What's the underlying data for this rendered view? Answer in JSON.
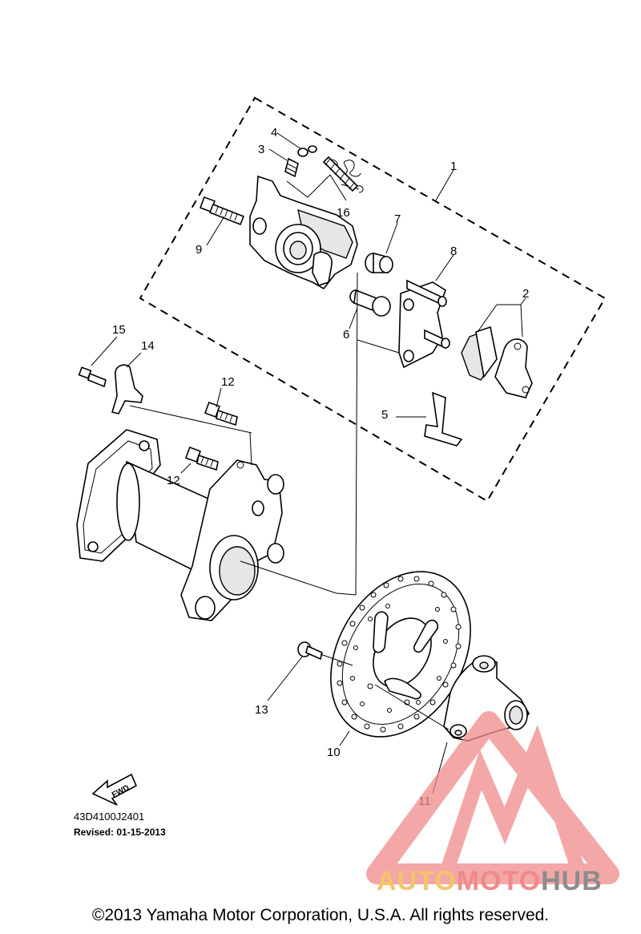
{
  "callouts": [
    "1",
    "2",
    "3",
    "4",
    "5",
    "6",
    "7",
    "8",
    "9",
    "10",
    "11",
    "12",
    "12",
    "13",
    "14",
    "15",
    "16"
  ],
  "direction_label": "FWD",
  "diagram_code": "43D4100J2401",
  "revised": "Revised: 01-15-2013",
  "copyright": "©2013 Yamaha Motor Corporation, U.S.A. All rights reserved.",
  "watermark": {
    "part1": "AUTO",
    "part2": "MOTO",
    "part3": "HUB",
    "colors": {
      "auto": "#f5c46a",
      "moto": "#f08a8a",
      "hub": "#8c8c8c",
      "logo": "#f08a8a"
    }
  }
}
